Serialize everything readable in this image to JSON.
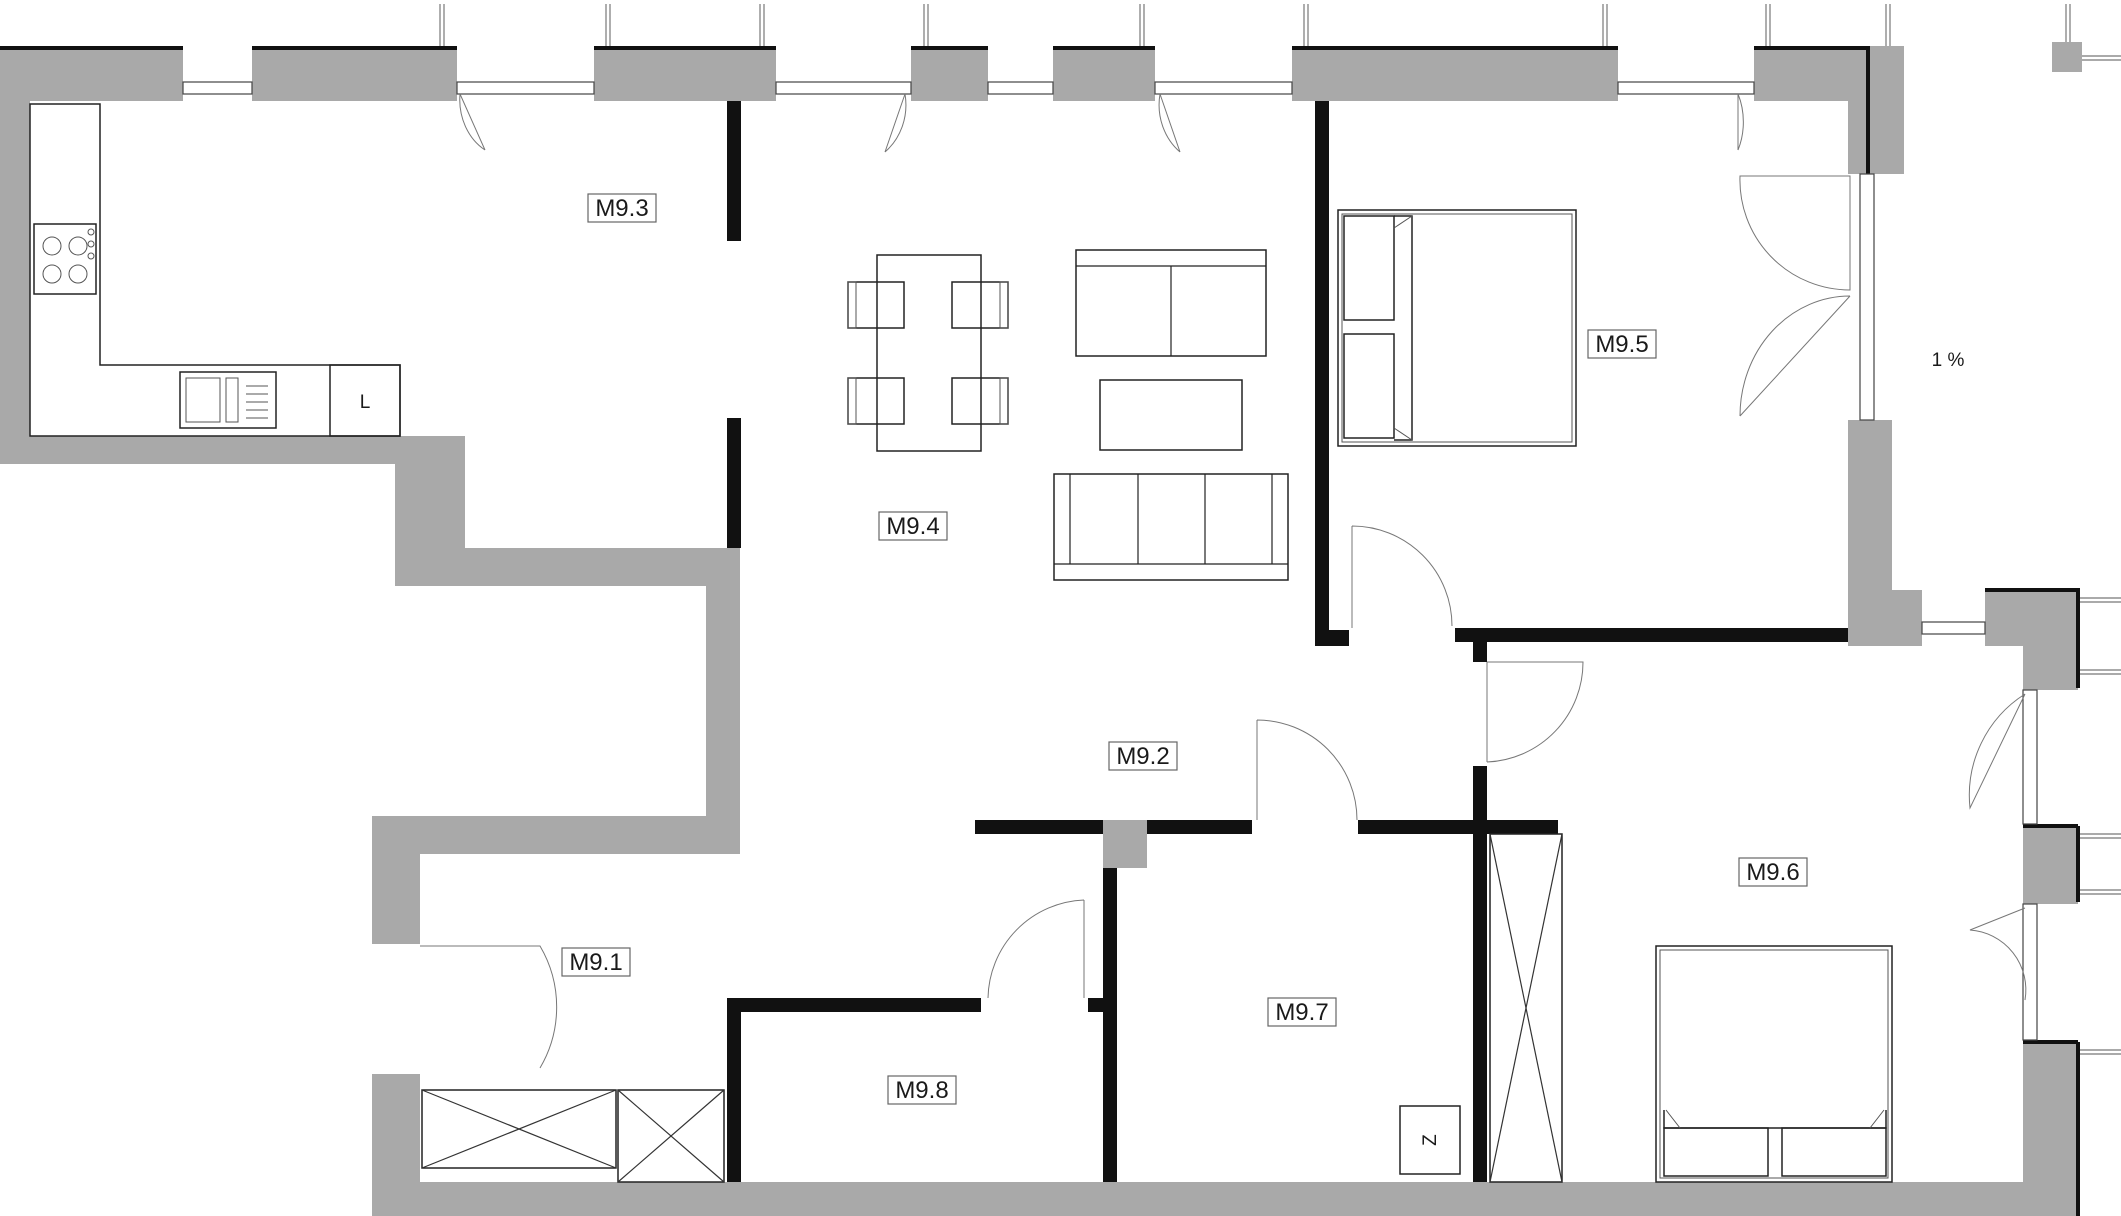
{
  "rooms": [
    {
      "id": "m93",
      "label": "M9.3"
    },
    {
      "id": "m94",
      "label": "M9.4"
    },
    {
      "id": "m95",
      "label": "M9.5"
    },
    {
      "id": "m92",
      "label": "M9.2"
    },
    {
      "id": "m96",
      "label": "M9.6"
    },
    {
      "id": "m91",
      "label": "M9.1"
    },
    {
      "id": "m97",
      "label": "M9.7"
    },
    {
      "id": "m98",
      "label": "M9.8"
    }
  ],
  "annotations": {
    "slope": "1 %",
    "fridge": "L",
    "boiler": "Z"
  },
  "colors": {
    "wall_grey": "#a9a9a9",
    "wall_black": "#111111",
    "background": "#ffffff"
  }
}
